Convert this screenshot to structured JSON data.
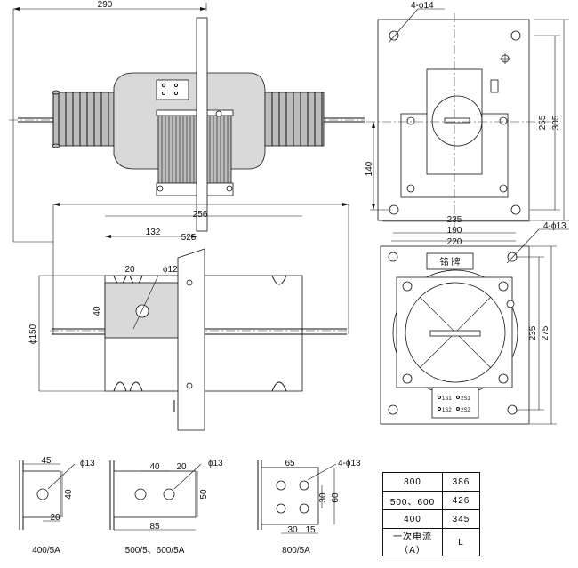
{
  "views": {
    "front": {
      "dims": {
        "length": "290",
        "height_to_axis": "140"
      }
    },
    "side": {
      "dims": {
        "hole_label": "4-ϕ14",
        "height_265": "265",
        "height_305": "305",
        "width_235": "235",
        "width_190": "190",
        "width_220": "220"
      }
    },
    "top": {
      "dims": {
        "length_525": "525",
        "length_256": "256",
        "length_132": "132",
        "d_150": "ϕ150",
        "d_12": "ϕ12",
        "w_20": "20",
        "h_40": "40"
      }
    },
    "end": {
      "dims": {
        "hole_label": "4-ϕ13",
        "height_235": "235",
        "height_275": "275"
      },
      "plate_text": "铭 牌",
      "terminals": [
        "1S1",
        "2S1",
        "1S2",
        "2S2"
      ]
    }
  },
  "details": [
    {
      "caption": "400/5A",
      "dims": [
        "45",
        "ϕ13",
        "40",
        "20"
      ]
    },
    {
      "caption": "500/5、600/5A",
      "dims": [
        "40",
        "20",
        "ϕ13",
        "50",
        "85"
      ]
    },
    {
      "caption": "800/5A",
      "dims": [
        "65",
        "4-ϕ13",
        "30",
        "60",
        "30",
        "15"
      ]
    }
  ],
  "ratings_table": {
    "rows": [
      {
        "current": "800",
        "L": "386"
      },
      {
        "current": "500、600",
        "L": "426"
      },
      {
        "current": "400",
        "L": "345"
      }
    ],
    "header": {
      "current": "一次电流（A）",
      "L": "L"
    }
  }
}
